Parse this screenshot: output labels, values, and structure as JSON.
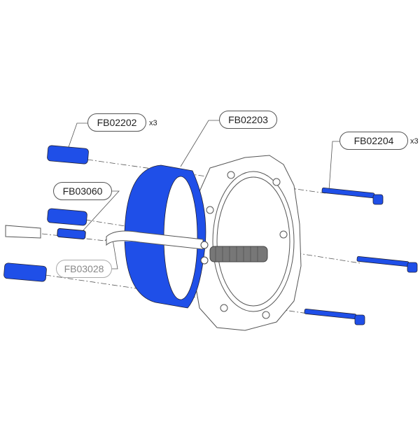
{
  "colors": {
    "part_highlight": "#1f4fe8",
    "outline": "#444444",
    "leader": "#555555",
    "muted_label": "#888888"
  },
  "callouts": [
    {
      "part": "FB02202",
      "qty": "x3"
    },
    {
      "part": "FB02203",
      "qty": ""
    },
    {
      "part": "FB02204",
      "qty": "x3"
    },
    {
      "part": "FB03060",
      "qty": ""
    },
    {
      "part": "FB03028",
      "qty": ""
    }
  ]
}
